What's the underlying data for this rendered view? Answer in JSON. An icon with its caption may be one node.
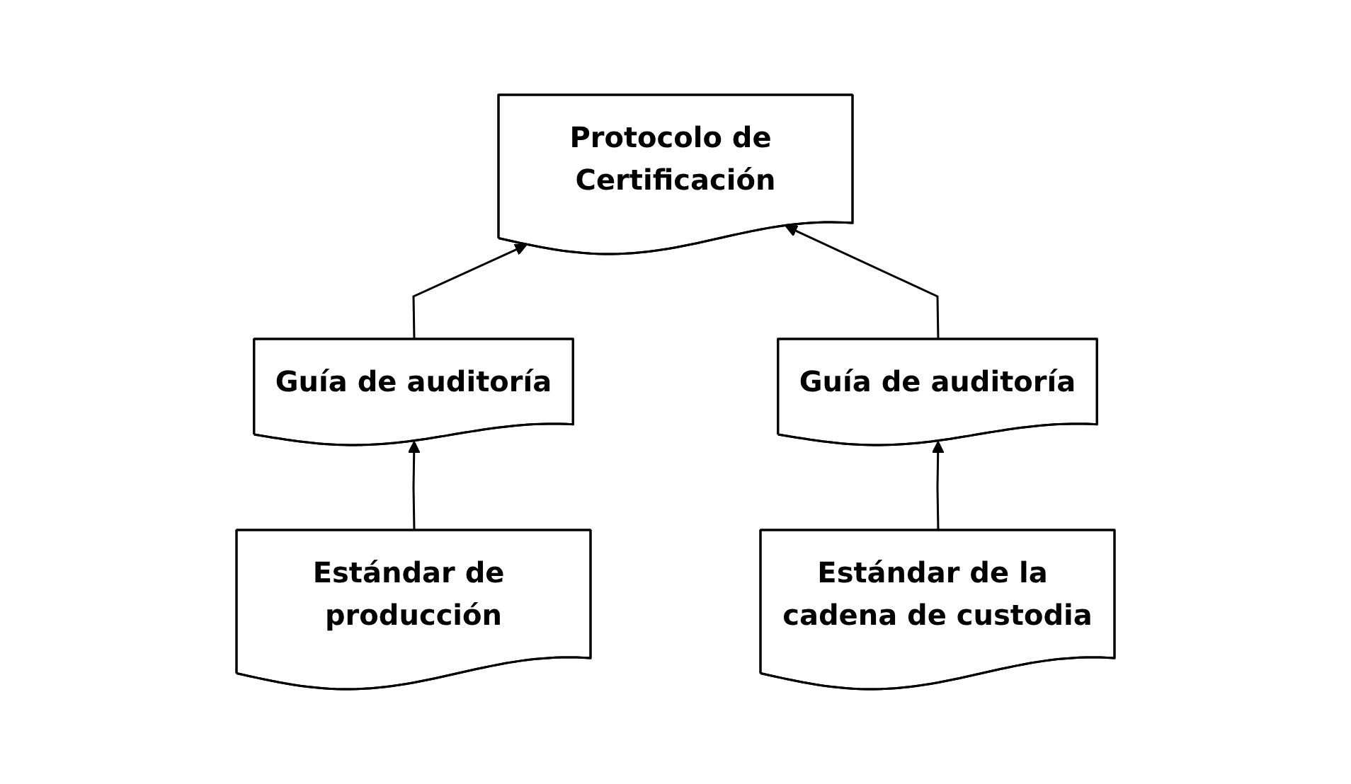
{
  "diagram": {
    "nodes": [
      {
        "text": [
          "Protocolo de Certificación"
        ]
      },
      {
        "text": [
          "Guía de auditoría"
        ]
      },
      {
        "text": [
          "Guía de auditoría"
        ]
      },
      {
        "text": [
          "Estándar de producción"
        ]
      },
      {
        "text": [
          "Estándar de la cadena de custodia"
        ]
      }
    ],
    "edges": [
      {
        "from": 1,
        "to": 0,
        "arrow": "to"
      },
      {
        "from": 2,
        "to": 0,
        "arrow": "to"
      },
      {
        "from": 3,
        "to": 1,
        "arrow": "to"
      },
      {
        "from": 4,
        "to": 2,
        "arrow": "to"
      }
    ]
  }
}
